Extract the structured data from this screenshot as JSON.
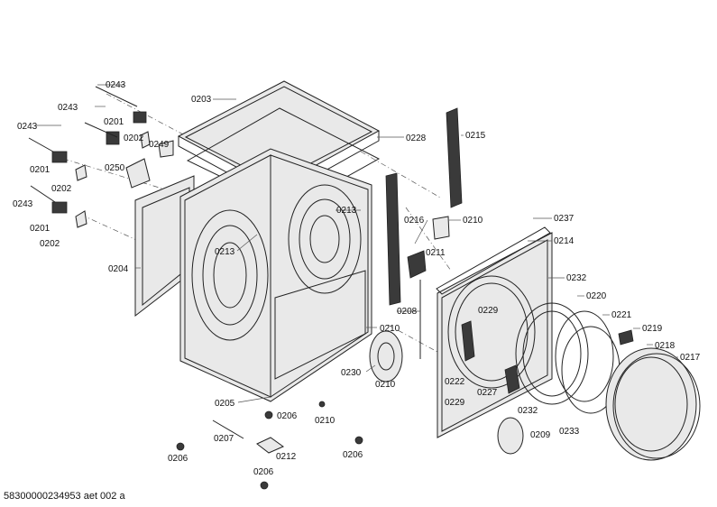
{
  "diagram_id": "58300000234953 aet 002 a",
  "labels": {
    "p0243a": "0243",
    "p0201a": "0201",
    "p0243b": "0243",
    "p0202a": "0202",
    "p0249": "0249",
    "p0201b": "0201",
    "p0250": "0250",
    "p0202b": "0202",
    "p0243c": "0243",
    "p0201c": "0201",
    "p0202c": "0202",
    "p0204": "0204",
    "p0203": "0203",
    "p0228": "0228",
    "p0215": "0215",
    "p0213a": "0213",
    "p0213b": "0213",
    "p0216": "0216",
    "p0210a": "0210",
    "p0211": "0211",
    "p0237": "0237",
    "p0214": "0214",
    "p0232a": "0232",
    "p0220": "0220",
    "p0229a": "0229",
    "p0221": "0221",
    "p0219": "0219",
    "p0218": "0218",
    "p0217": "0217",
    "p0208": "0208",
    "p0210b": "0210",
    "p0230": "0230",
    "p0210c": "0210",
    "p0222": "0222",
    "p0227": "0227",
    "p0229b": "0229",
    "p0232b": "0232",
    "p0205": "0205",
    "p0206a": "0206",
    "p0210d": "0210",
    "p0207": "0207",
    "p0209": "0209",
    "p0233": "0233",
    "p0206b": "0206",
    "p0212": "0212",
    "p0206c": "0206",
    "p0206d": "0206"
  }
}
